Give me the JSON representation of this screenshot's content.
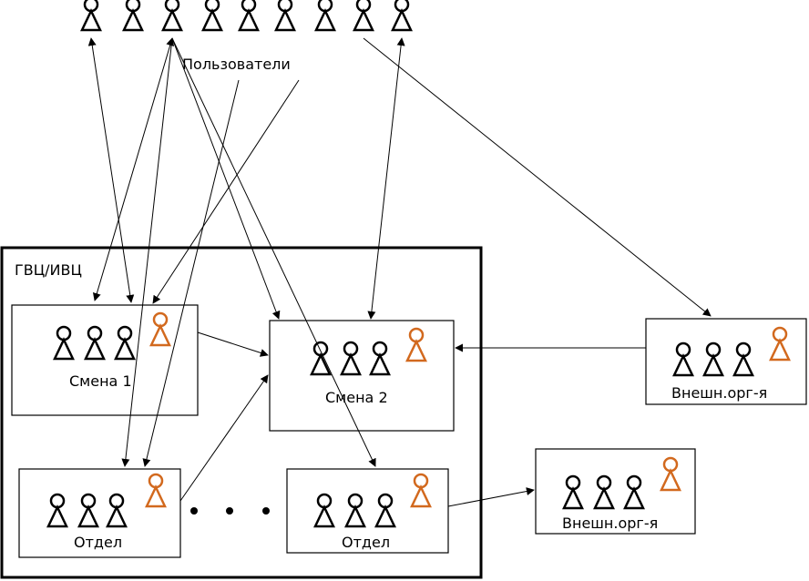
{
  "diagram": {
    "users_label": "Пользователи",
    "org_label": "ГВЦ/ИВЦ",
    "shift1_label": "Смена 1",
    "shift2_label": "Смена 2",
    "dept_left_label": "Отдел",
    "dept_right_label": "Отдел",
    "ext_top_label": "Внешн.орг-я",
    "ext_bottom_label": "Внешн.орг-я",
    "ellipsis": "• • •"
  },
  "colors": {
    "line": "#000000",
    "person_outline": "#000000",
    "person_accent": "#d2691e"
  },
  "icons": [
    "person-icon",
    "person-accent-icon"
  ]
}
